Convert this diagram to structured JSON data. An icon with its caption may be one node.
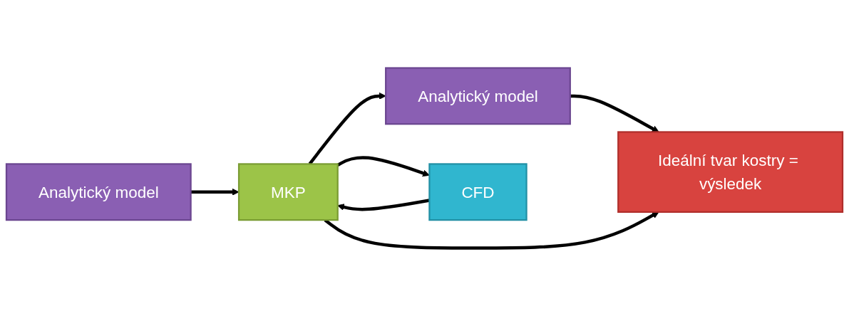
{
  "diagram": {
    "nodes": [
      {
        "text": [
          "Analytický model"
        ]
      },
      {
        "text": [
          "MKP"
        ]
      },
      {
        "text": [
          "Analytický model"
        ]
      },
      {
        "text": [
          "Ideální tvar kostry = výsledek"
        ]
      },
      {
        "text": [
          "CFD"
        ]
      }
    ],
    "edges": [
      {
        "from": 0,
        "to": 1,
        "arrow": "to"
      },
      {
        "from": 1,
        "to": 2,
        "arrow": "to"
      },
      {
        "from": 2,
        "to": 3,
        "arrow": "to"
      },
      {
        "from": 1,
        "to": 3,
        "arrow": "to"
      },
      {
        "from": 1,
        "to": 4,
        "arrow": "to"
      },
      {
        "from": 4,
        "to": 1,
        "arrow": "to"
      }
    ]
  }
}
